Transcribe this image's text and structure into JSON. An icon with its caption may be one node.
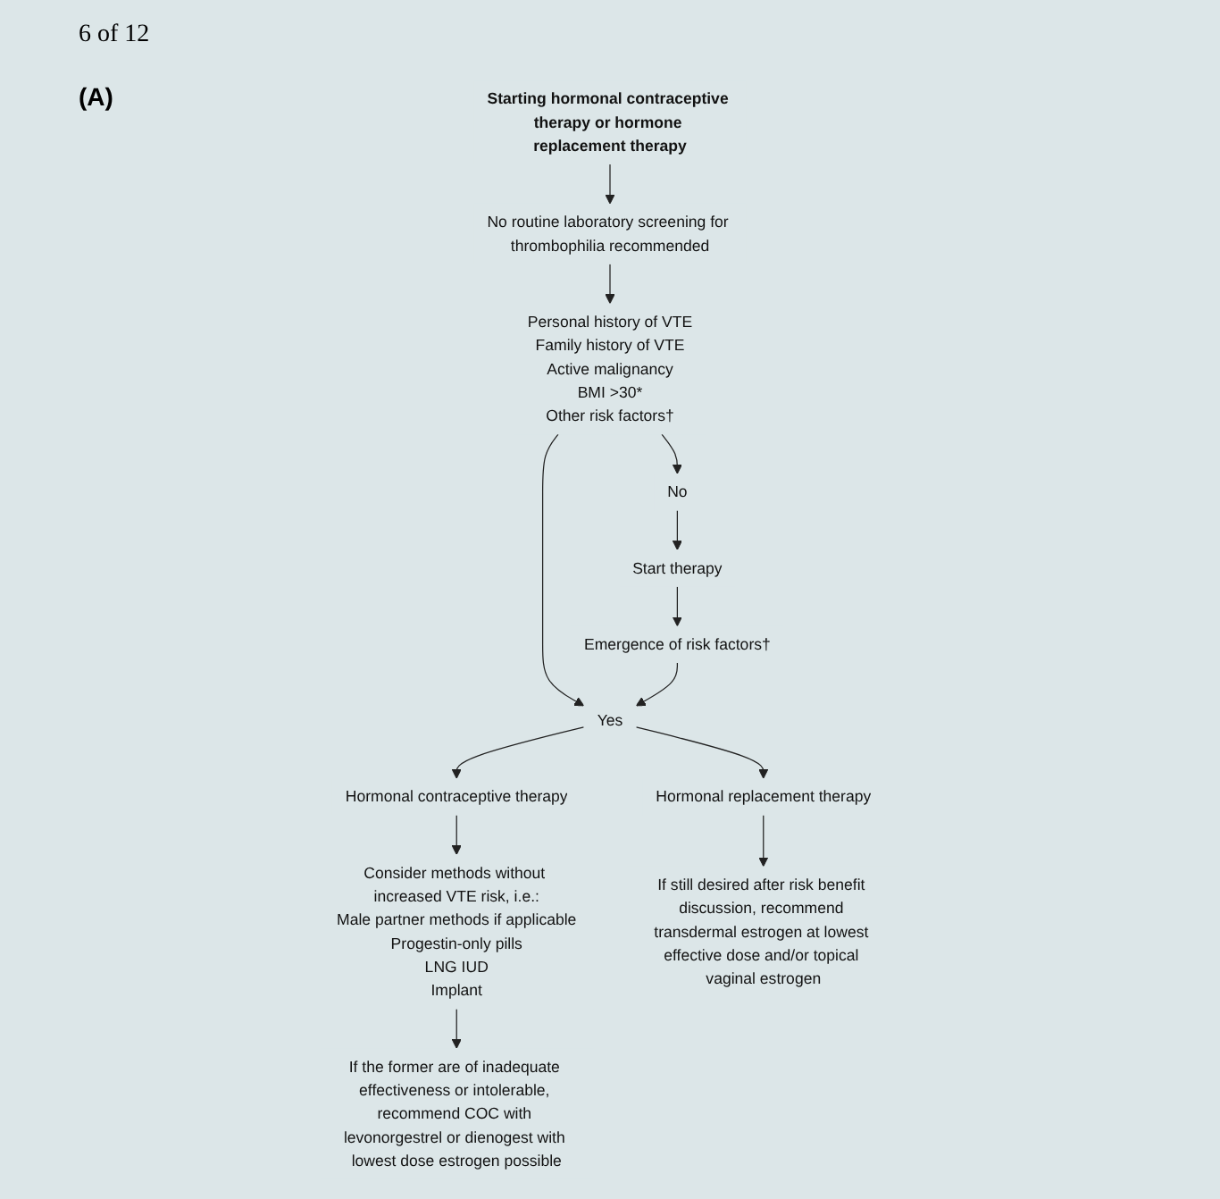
{
  "diagram": {
    "nodes": [
      {
        "text": [
          "Starting hormonal contraceptive therapy or hormone replacement therapy"
        ]
      },
      {
        "text": [
          "No routine laboratory screening for thrombophilia recommended"
        ]
      },
      {
        "text": [
          "Personal history of VTE",
          "Family history of VTE",
          "Active malignancy",
          "BMI >30*",
          "Other risk factors†"
        ]
      },
      {
        "text": [
          "No"
        ]
      },
      {
        "text": [
          "Start therapy"
        ]
      },
      {
        "text": [
          "Emergence of risk factors†"
        ]
      },
      {
        "text": [
          "Yes"
        ]
      },
      {
        "text": [
          "Hormonal contraceptive therapy"
        ]
      },
      {
        "text": [
          "Hormonal replacement therapy"
        ]
      },
      {
        "text": [
          "Consider methods without increased VTE risk, i.e.:",
          "Male partner methods if applicable",
          "Progestin-only pills",
          "LNG IUD",
          "Implant"
        ]
      },
      {
        "text": [
          "If the former are of inadequate effectiveness or intolerable, recommend COC with levonorgestrel or dienogest with lowest dose estrogen possible"
        ]
      },
      {
        "text": [
          "If still desired after risk benefit discussion, recommend transdermal estrogen at lowest effective dose and/or topical vaginal estrogen"
        ]
      }
    ],
    "edges": [
      {
        "from": 0,
        "to": 1,
        "arrow": "to"
      },
      {
        "from": 1,
        "to": 2,
        "arrow": "to"
      },
      {
        "from": 2,
        "to": 3,
        "arrow": "to"
      },
      {
        "from": 3,
        "to": 4,
        "arrow": "to"
      },
      {
        "from": 4,
        "to": 5,
        "arrow": "to"
      },
      {
        "from": 2,
        "to": 6,
        "arrow": "to"
      },
      {
        "from": 5,
        "to": 6,
        "arrow": "to"
      },
      {
        "from": 6,
        "to": 7,
        "arrow": "to"
      },
      {
        "from": 6,
        "to": 8,
        "arrow": "to"
      },
      {
        "from": 7,
        "to": 9,
        "arrow": "to"
      },
      {
        "from": 9,
        "to": 10,
        "arrow": "to"
      },
      {
        "from": 8,
        "to": 11,
        "arrow": "to"
      }
    ],
    "labels": [
      "6 of 12",
      "(A)"
    ]
  }
}
